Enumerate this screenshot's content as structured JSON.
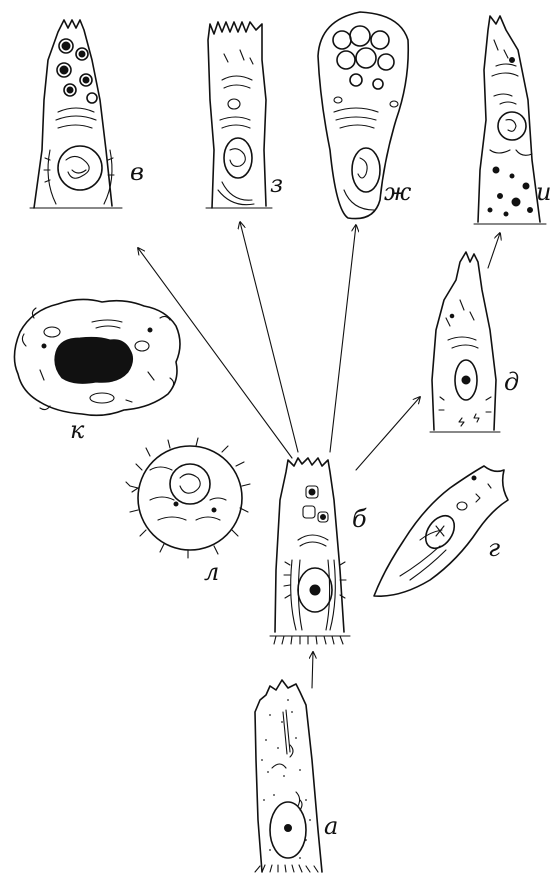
{
  "labels": {
    "a": "а",
    "b": "б",
    "v": "в",
    "g": "г",
    "d": "д",
    "zh": "ж",
    "z": "з",
    "i": "и",
    "k": "к",
    "l": "л"
  },
  "ink_color": "#111111",
  "background": "#ffffff"
}
